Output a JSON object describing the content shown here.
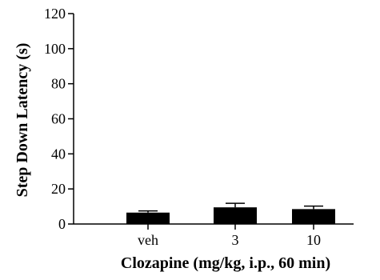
{
  "chart_data": {
    "type": "bar",
    "categories": [
      "veh",
      "3",
      "10"
    ],
    "values": [
      6.5,
      9.5,
      8.5
    ],
    "errors": [
      1.0,
      2.3,
      1.7
    ],
    "xlabel": "Clozapine (mg/kg, i.p., 60 min)",
    "ylabel": "Step Down Latency (s)",
    "ylim": [
      0,
      120
    ],
    "yticks": [
      "0",
      "20",
      "40",
      "60",
      "80",
      "100",
      "120"
    ],
    "grid": false,
    "colors": {
      "bar": "#000000",
      "axis": "#000000"
    }
  }
}
